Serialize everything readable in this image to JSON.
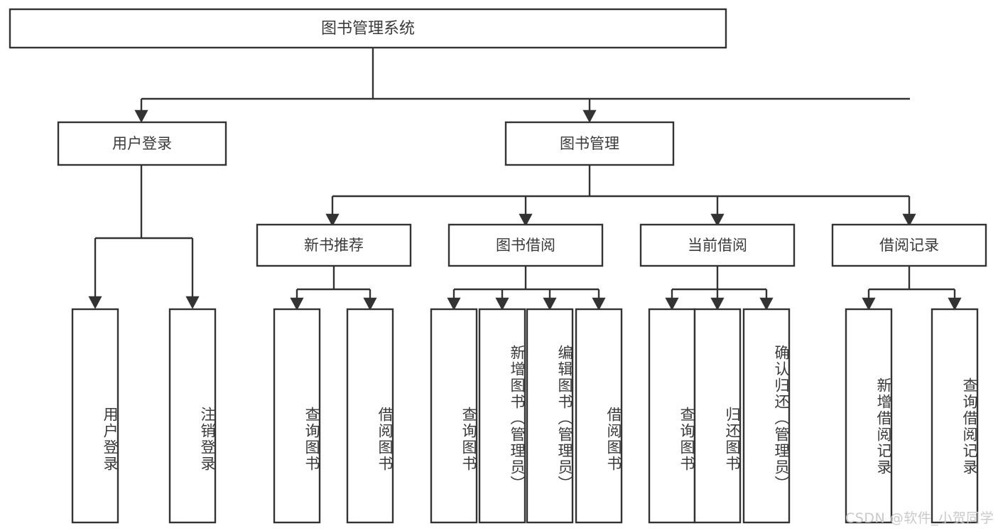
{
  "diagram": {
    "type": "tree-hierarchy-chart",
    "title_node": {
      "label": "图书管理系统"
    },
    "colors": {
      "box_stroke": "#333333",
      "box_fill": "#ffffff",
      "text": "#3a3a3a",
      "connector": "#333333",
      "watermark": "#c9c9c9",
      "background": "#ffffff"
    },
    "level2": [
      {
        "id": "user-login",
        "label": "用户登录"
      },
      {
        "id": "book-manage",
        "label": "图书管理"
      }
    ],
    "level3": [
      {
        "id": "new-book-recommend",
        "label": "新书推荐"
      },
      {
        "id": "book-borrow",
        "label": "图书借阅"
      },
      {
        "id": "current-borrow",
        "label": "当前借阅"
      },
      {
        "id": "borrow-record",
        "label": "借阅记录"
      }
    ],
    "leaves": {
      "user_login": [
        {
          "id": "leaf-user-login",
          "label": "用户登录"
        },
        {
          "id": "leaf-logout-login",
          "label": "注销登录"
        }
      ],
      "new_book_recommend": [
        {
          "id": "leaf-query-book-1",
          "label": "查询图书"
        },
        {
          "id": "leaf-borrow-book-1",
          "label": "借阅图书"
        }
      ],
      "book_borrow": [
        {
          "id": "leaf-query-book-2",
          "label": "查询图书"
        },
        {
          "id": "leaf-add-book",
          "label": "新增图书（管理员）"
        },
        {
          "id": "leaf-edit-book",
          "label": "编辑图书（管理员）"
        },
        {
          "id": "leaf-borrow-book-2",
          "label": "借阅图书"
        }
      ],
      "current_borrow": [
        {
          "id": "leaf-query-book-3",
          "label": "查询图书"
        },
        {
          "id": "leaf-return-book",
          "label": "归还图书"
        },
        {
          "id": "leaf-confirm-return",
          "label": "确认归还（管理员）"
        }
      ],
      "borrow_record": [
        {
          "id": "leaf-add-record",
          "label": "新增借阅记录"
        },
        {
          "id": "leaf-query-record",
          "label": "查询借阅记录"
        }
      ]
    }
  },
  "watermark": {
    "text": "CSDN @软件_小贺同学"
  }
}
